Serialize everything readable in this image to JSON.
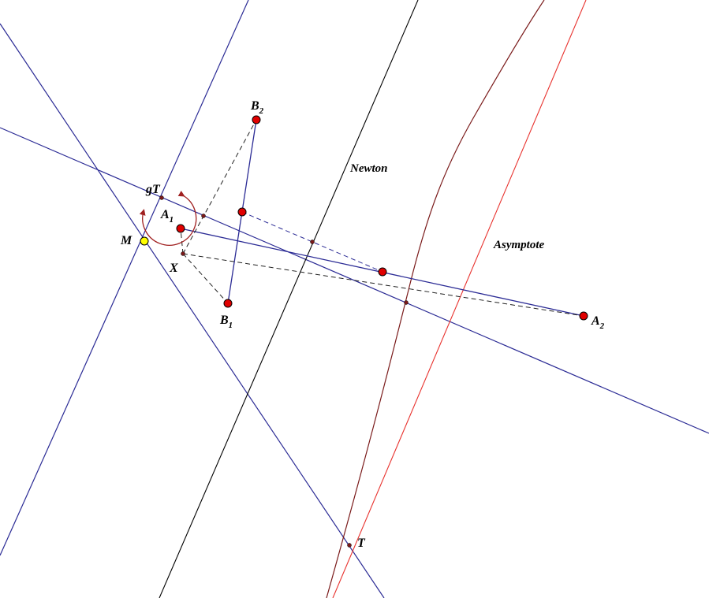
{
  "colors": {
    "blue": "#2b2b95",
    "black": "#000000",
    "red": "#e8322e",
    "dark_red": "#7a1a1a",
    "point_fill": "#e00000",
    "m_fill": "#ffff00",
    "arrow": "#a02020"
  },
  "labels": {
    "B2": {
      "main": "B",
      "sub": "2"
    },
    "B1": {
      "main": "B",
      "sub": "1"
    },
    "A1": {
      "main": "A",
      "sub": "1"
    },
    "A2": {
      "main": "A",
      "sub": "2"
    },
    "M": "M",
    "X": "X",
    "gT": "gT",
    "T": "T"
  },
  "curve_labels": {
    "newton": "Newton",
    "asymptote": "Asymptote"
  }
}
